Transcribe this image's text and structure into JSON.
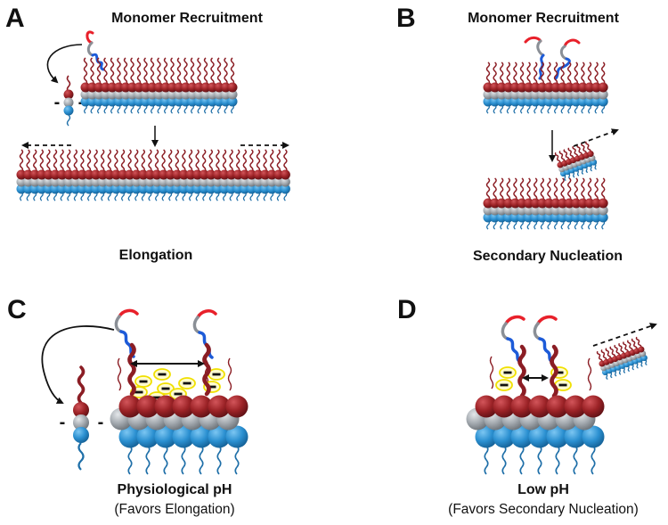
{
  "panels": {
    "A": {
      "label": "A",
      "top_title": "Monomer Recruitment",
      "bottom_title": "Elongation"
    },
    "B": {
      "label": "B",
      "top_title": "Monomer Recruitment",
      "bottom_title": "Secondary Nucleation"
    },
    "C": {
      "label": "C",
      "caption": "Physiological pH",
      "subcaption": "(Favors Elongation)"
    },
    "D": {
      "label": "D",
      "caption": "Low pH",
      "subcaption": "(Favors Secondary Nucleation)"
    }
  },
  "charge_symbol": "-",
  "colors": {
    "head": "#9b2226",
    "middle": "#9aa0a6",
    "tail": "#2a8fd0",
    "strand_dark": "#8b1d24",
    "tail_line": "#1e6fa8",
    "monomer_red": "#e8202a",
    "monomer_blue": "#1d5bd8",
    "monomer_grey": "#8a8f96",
    "halo": "#f0e000",
    "arrow": "#111111"
  }
}
